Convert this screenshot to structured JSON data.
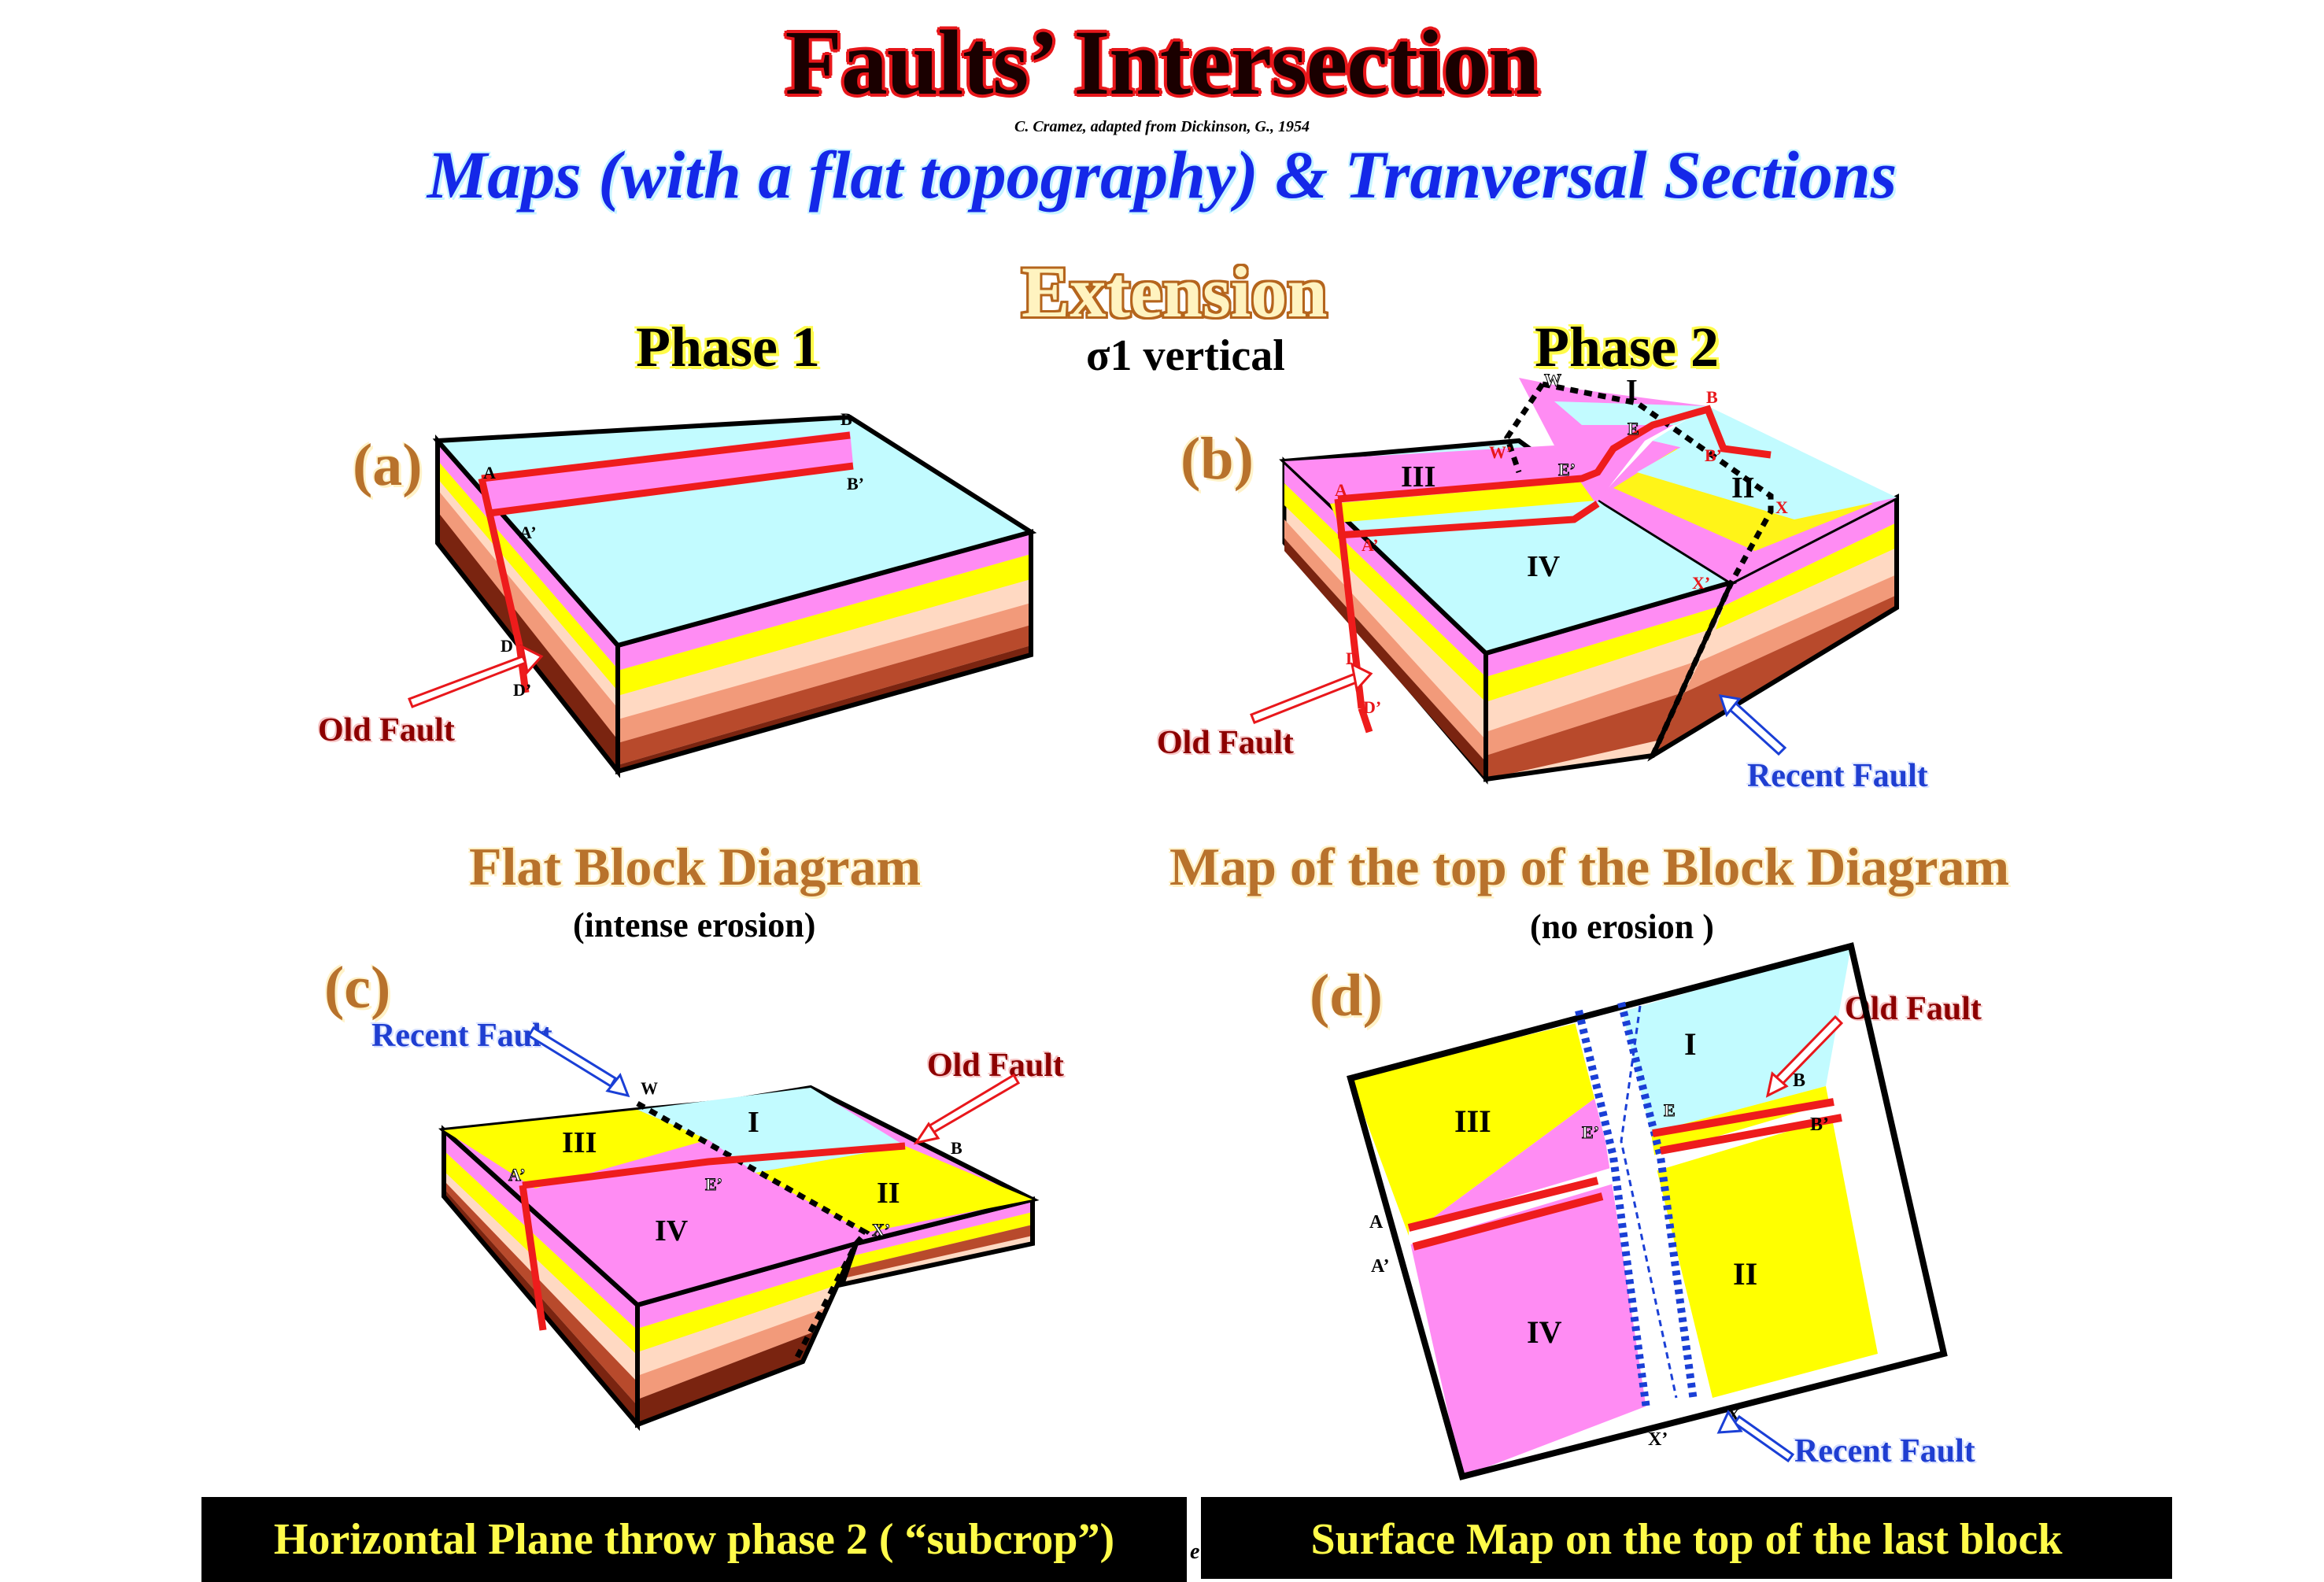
{
  "title": "Faults’ Intersection",
  "credit": "C. Cramez, adapted from Dickinson, G., 1954",
  "subtitle": "Maps (with a flat topography) & Tranversal Sections",
  "regime": "Extension",
  "stress": "σ1 vertical",
  "phases": [
    "Phase 1",
    "Phase 2"
  ],
  "panels": {
    "a": "(a)",
    "b": "(b)",
    "c": "(c)",
    "d": "(d)"
  },
  "headings": {
    "flat_block": "Flat Block Diagram",
    "flat_block_note": "(intense erosion)",
    "map_top": "Map of the top of the Block Diagram",
    "map_top_note": "(no erosion )"
  },
  "fault_labels": {
    "old": "Old Fault",
    "recent": "Recent Fault"
  },
  "block_labels": [
    "I",
    "II",
    "III",
    "IV"
  ],
  "point_labels": [
    "A",
    "A’",
    "B",
    "B’",
    "D",
    "D’",
    "W",
    "W’",
    "E",
    "E’",
    "X",
    "X’"
  ],
  "captions": {
    "left": "Horizontal Plane throw  phase 2 ( “subcrop”)",
    "right": "Surface Map on the top of the last block",
    "stray": "e"
  },
  "colors": {
    "cyan": "#c2fbff",
    "pink": "#ff8cf3",
    "yellow": "#ffff00",
    "peach": "#ffd9c2",
    "salmon": "#f29a7a",
    "rust": "#b84a2c",
    "dark": "#7a2410",
    "fault_old": "#ee1c1c",
    "fault_recent": "#1a3fd6"
  }
}
